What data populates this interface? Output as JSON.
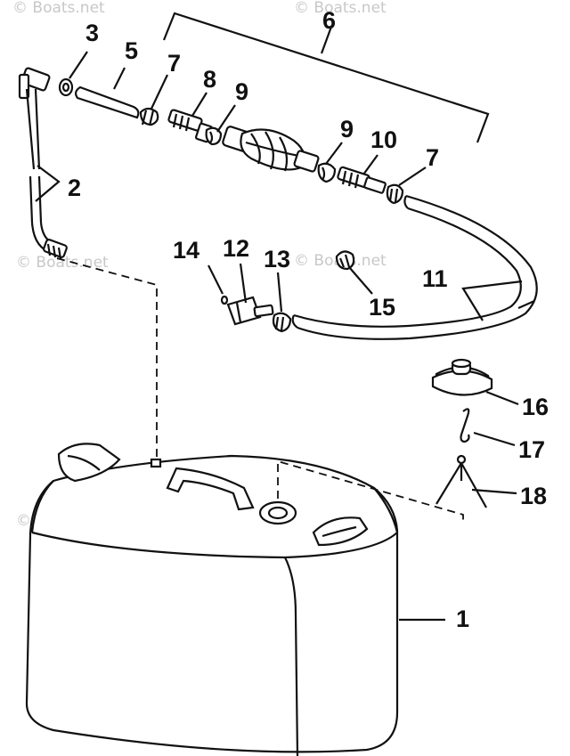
{
  "watermark": "© Boats.net",
  "callouts": [
    {
      "id": "c1",
      "text": "1"
    },
    {
      "id": "c2",
      "text": "2"
    },
    {
      "id": "c3",
      "text": "3"
    },
    {
      "id": "c5",
      "text": "5"
    },
    {
      "id": "c6",
      "text": "6"
    },
    {
      "id": "c7a",
      "text": "7"
    },
    {
      "id": "c7b",
      "text": "7"
    },
    {
      "id": "c8",
      "text": "8"
    },
    {
      "id": "c9a",
      "text": "9"
    },
    {
      "id": "c9b",
      "text": "9"
    },
    {
      "id": "c10",
      "text": "10"
    },
    {
      "id": "c11",
      "text": "11"
    },
    {
      "id": "c12",
      "text": "12"
    },
    {
      "id": "c13",
      "text": "13"
    },
    {
      "id": "c14",
      "text": "14"
    },
    {
      "id": "c15",
      "text": "15"
    },
    {
      "id": "c16",
      "text": "16"
    },
    {
      "id": "c17",
      "text": "17"
    },
    {
      "id": "c18",
      "text": "18"
    }
  ]
}
